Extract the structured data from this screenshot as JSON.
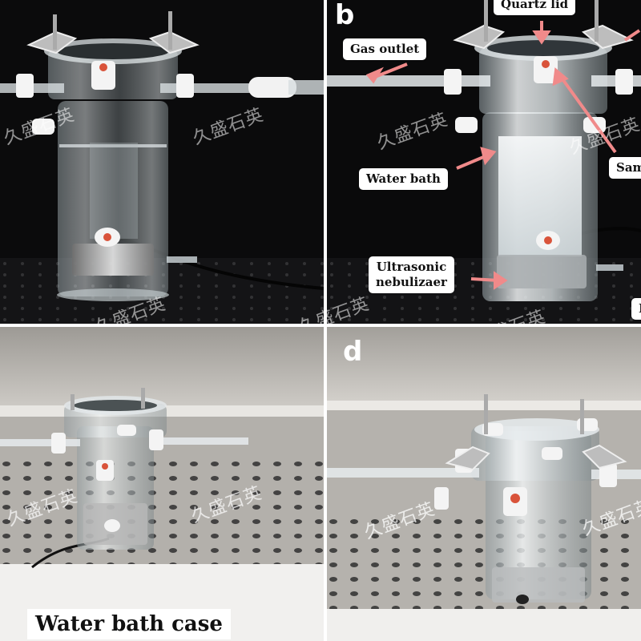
{
  "panels": {
    "a": {
      "letter": ""
    },
    "b": {
      "letter": "b",
      "callouts": {
        "quartz_lid": "Quartz lid",
        "gas_outlet": "Gas outlet",
        "water_bath": "Water bath",
        "sample": "Sam",
        "nebulizer_line1": "Ultrasonic",
        "nebulizer_line2": "nebulizaer",
        "corner_fragment": "D"
      }
    },
    "c": {
      "letter": "",
      "caption": "Water bath case"
    },
    "d": {
      "letter": "d"
    }
  },
  "watermark": "久盛石英",
  "colors": {
    "arrow": "#f08a8a",
    "background_dark": "#0b0b0c",
    "water_bath_metal": "#c9c6c1",
    "glass": "#cfd8dc",
    "teflon": "#f4f4f4",
    "sample_port": "#d9533a"
  }
}
